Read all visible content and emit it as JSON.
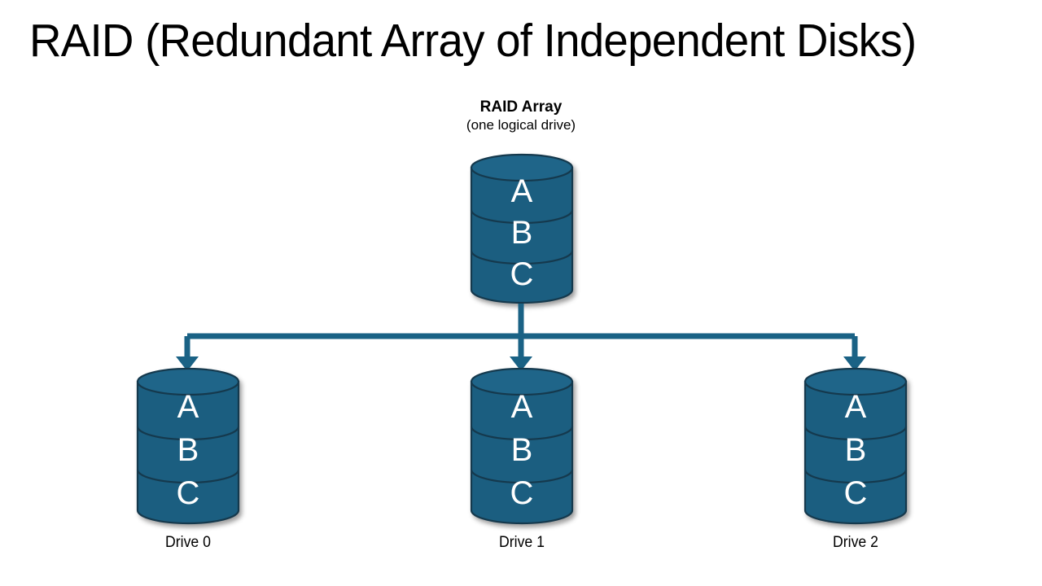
{
  "page": {
    "title": "RAID (Redundant Array of Independent Disks)",
    "background": "#ffffff"
  },
  "colors": {
    "disk_fill": "#1b5e80",
    "disk_stroke": "#15394d",
    "disk_top_fill": "#1f6589",
    "connector": "#1a6285",
    "text": "#000000",
    "letter": "#ffffff"
  },
  "array": {
    "caption_title": "RAID Array",
    "caption_subtitle": "(one logical drive)",
    "blocks": [
      "A",
      "B",
      "C"
    ]
  },
  "drives": [
    {
      "label": "Drive 0",
      "blocks": [
        "A",
        "B",
        "C"
      ]
    },
    {
      "label": "Drive 1",
      "blocks": [
        "A",
        "B",
        "C"
      ]
    },
    {
      "label": "Drive 2",
      "blocks": [
        "A",
        "B",
        "C"
      ]
    }
  ],
  "connector": {
    "kind": "t-split-arrows",
    "branch_count": 3
  }
}
